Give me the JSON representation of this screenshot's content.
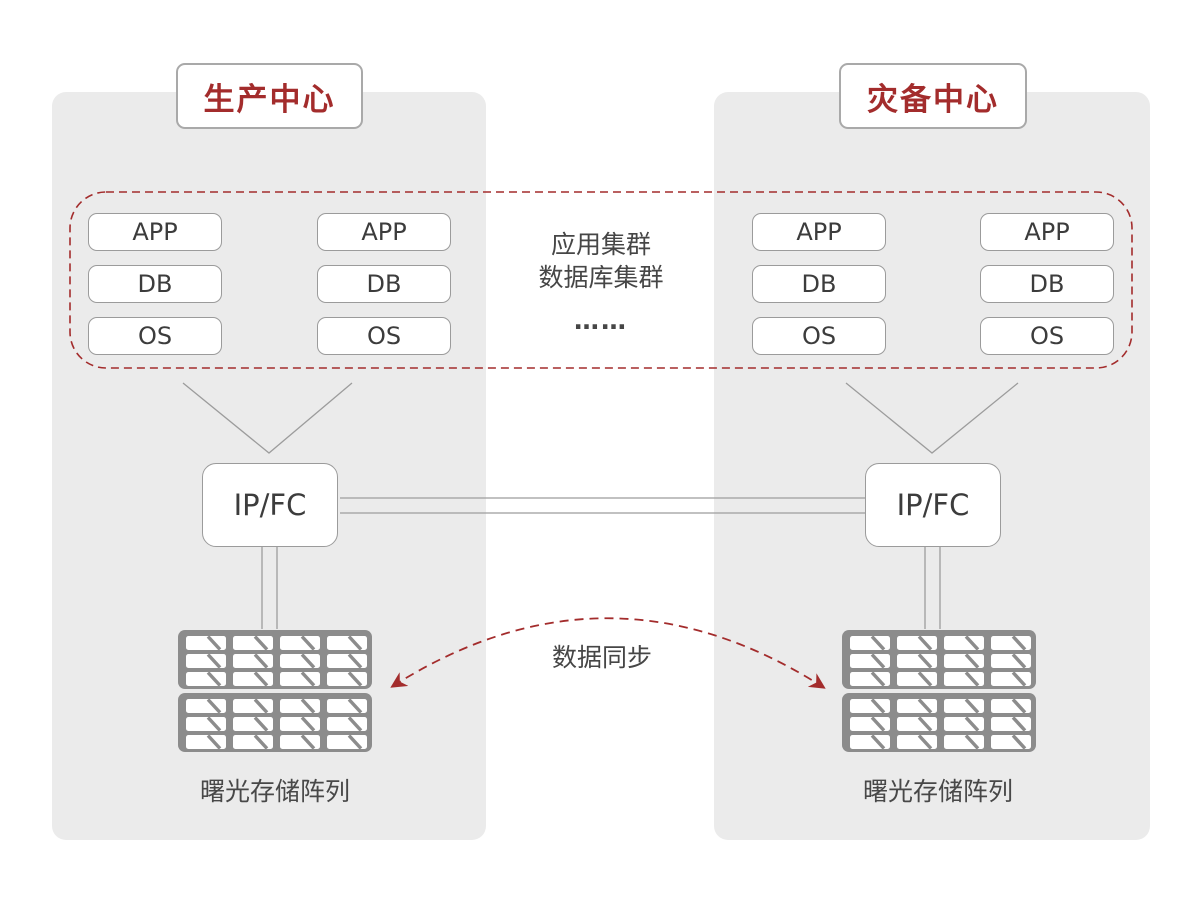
{
  "production_center": {
    "title": "生产中心",
    "stacks": [
      [
        "APP",
        "DB",
        "OS"
      ],
      [
        "APP",
        "DB",
        "OS"
      ]
    ],
    "switch_label": "IP/FC",
    "storage_label": "曙光存储阵列"
  },
  "disaster_center": {
    "title": "灾备中心",
    "stacks": [
      [
        "APP",
        "DB",
        "OS"
      ],
      [
        "APP",
        "DB",
        "OS"
      ]
    ],
    "switch_label": "IP/FC",
    "storage_label": "曙光存储阵列"
  },
  "cluster_annotation": {
    "line1": "应用集群",
    "line2": "数据库集群",
    "ellipsis": "……"
  },
  "sync_arrow_label": "数据同步",
  "colors": {
    "accent_red": "#A32C2C",
    "panel_gray": "#EBEBEB",
    "line_gray": "#9C9C9C",
    "storage_gray": "#8C8C8C",
    "text_dark": "#3C3C3C"
  }
}
